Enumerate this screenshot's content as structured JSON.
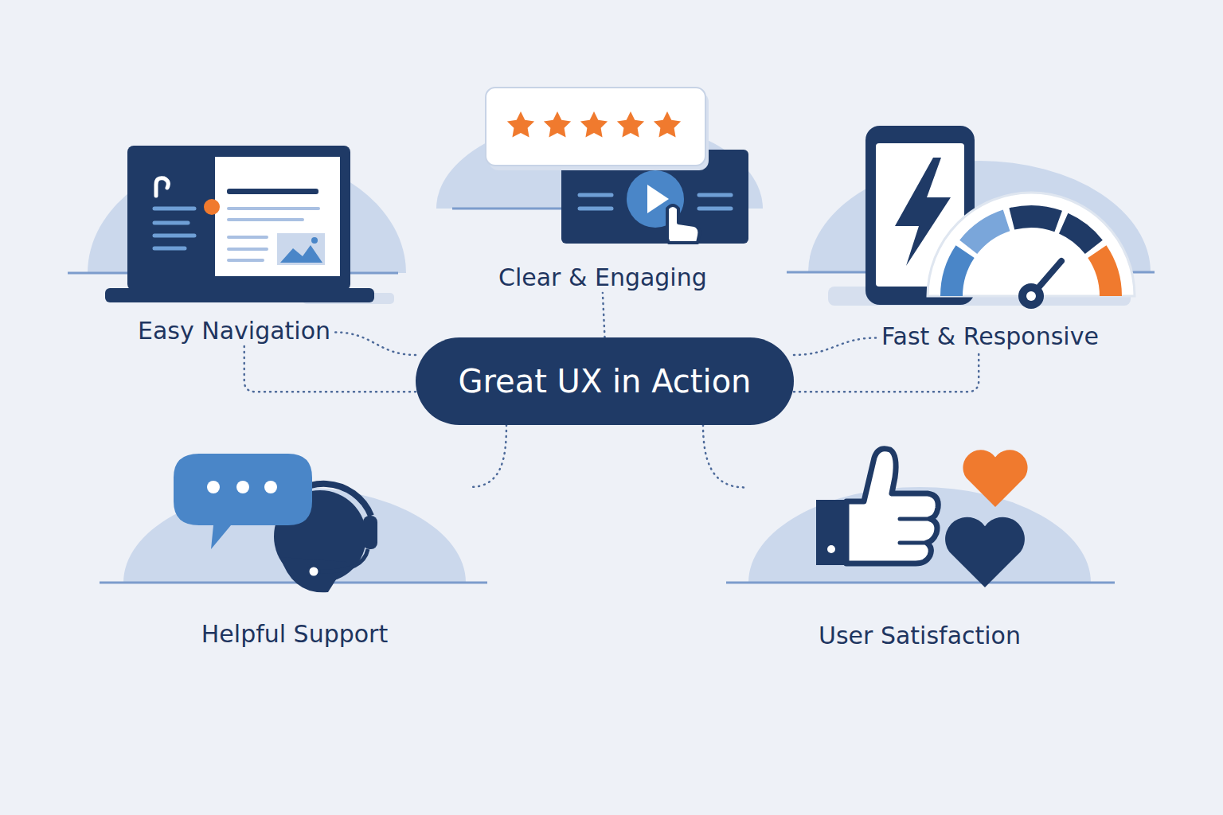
{
  "diagram": {
    "nodes": [
      {
        "text": [
          "Clear & Engaging"
        ]
      },
      {
        "text": [
          "Easy Navigation"
        ]
      },
      {
        "text": [
          "Fast & Responsive"
        ]
      },
      {
        "text": [
          "Great UX in Action"
        ]
      },
      {
        "text": [
          "Helpful Support"
        ]
      },
      {
        "text": [
          "User Satisfaction"
        ]
      }
    ],
    "edges": [
      {
        "from": 3,
        "to": 0,
        "arrow": "none"
      },
      {
        "from": 3,
        "to": 1,
        "arrow": "none"
      },
      {
        "from": 3,
        "to": 1,
        "arrow": "none"
      },
      {
        "from": 3,
        "to": 2,
        "arrow": "none"
      },
      {
        "from": 3,
        "to": 2,
        "arrow": "none"
      },
      {
        "from": 3,
        "to": 4,
        "arrow": "none"
      },
      {
        "from": 3,
        "to": 5,
        "arrow": "none"
      }
    ]
  }
}
